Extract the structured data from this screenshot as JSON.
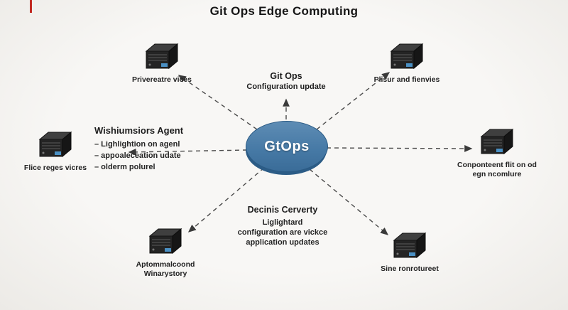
{
  "title": "Git Ops Edge Computing",
  "center": {
    "label": "GtOps"
  },
  "top_note": {
    "line1": "Git Ops",
    "line2": "Configuration update"
  },
  "left_note": {
    "heading": "Wishiumsiors Agent",
    "items": [
      "– Lighlightion on agenl",
      "– appoaleceation udate",
      "– olderm polurel"
    ]
  },
  "bottom_note": {
    "heading": "Decinis Cerverty",
    "lines": [
      "Liglightard",
      "configuration are vickce",
      "application updates"
    ]
  },
  "devices": [
    {
      "id": "top-left",
      "label": "Privereatre vices"
    },
    {
      "id": "top-right",
      "label": "Plisur and fienvies"
    },
    {
      "id": "left",
      "label": "Flice reges vicres"
    },
    {
      "id": "right",
      "label": "Conponteent flit on od egn ncomlure"
    },
    {
      "id": "bottom-left",
      "label": "Aptommalcoond Winarystory"
    },
    {
      "id": "bottom-right",
      "label": "Sine ronrotureet"
    }
  ],
  "colors": {
    "accent_blue": "#477aa6",
    "arrow": "#3a3a3a",
    "background": "#f6f5f2",
    "red_mark": "#c22a22",
    "device_tag_blue": "#4a90c4"
  }
}
